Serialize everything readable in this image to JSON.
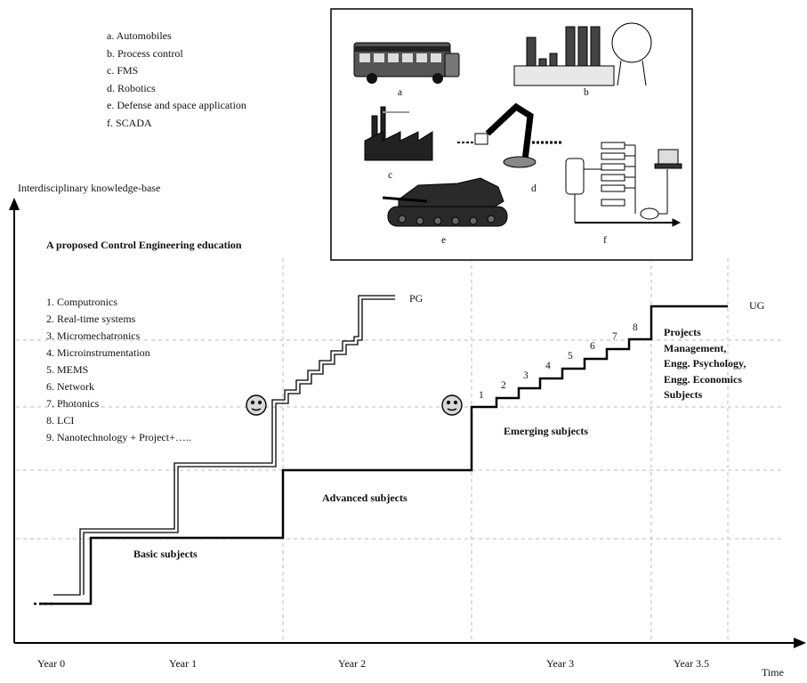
{
  "axes": {
    "y_label": "Interdisciplinary knowledge-base",
    "x_label": "Time",
    "x_ticks": [
      "Year 0",
      "Year 1",
      "Year 2",
      "Year 3",
      "Year 3.5"
    ]
  },
  "applications": {
    "items": [
      "a. Automobiles",
      "b. Process control",
      "c. FMS",
      "d. Robotics",
      "e. Defense and space application",
      "f. SCADA"
    ],
    "figure_labels": [
      "a",
      "b",
      "c",
      "d",
      "e",
      "f"
    ]
  },
  "proposal_title": "A proposed Control Engineering education",
  "topics": [
    "1. Computronics",
    "2. Real-time systems",
    "3. Micromechatronics",
    "4. Microinstrumentation",
    "5. MEMS",
    "6. Network",
    "7. Photonics",
    "8. LCI",
    "9. Nanotechnology + Project+….."
  ],
  "regions": {
    "basic": "Basic subjects",
    "advanced": "Advanced subjects",
    "emerging": "Emerging subjects",
    "ug_projects": [
      "Projects",
      "Management,",
      "Engg. Psychology,",
      "Engg. Economics",
      "Subjects"
    ]
  },
  "path_end_labels": {
    "pg": "PG",
    "ug": "UG"
  },
  "step_numbers": [
    "1",
    "2",
    "3",
    "4",
    "5",
    "6",
    "7",
    "8"
  ],
  "icons": [
    "smiley-face-icon",
    "bus-icon",
    "industrial-plant-icon",
    "factory-icon",
    "robot-arm-icon",
    "tank-icon",
    "scada-network-icon"
  ]
}
